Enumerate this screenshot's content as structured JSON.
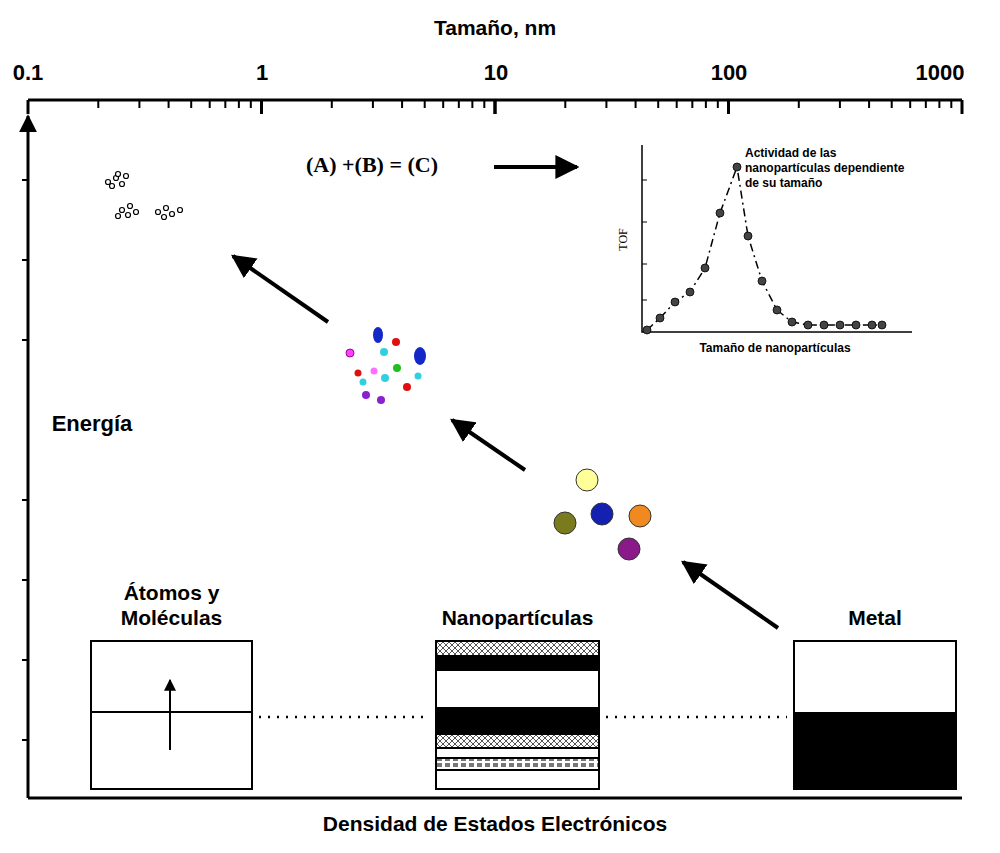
{
  "diagram": {
    "nodes": [
      {
        "text": [
          "Átomos y Moléculas"
        ]
      },
      {
        "text": [
          "Nanopartículas"
        ]
      },
      {
        "text": [
          "Metal"
        ]
      }
    ],
    "edges": [
      {
        "from": 0,
        "to": 1,
        "arrow": "none"
      },
      {
        "from": 1,
        "to": 2,
        "arrow": "none"
      }
    ],
    "labels": [
      "Tamaño, nm",
      "0.1",
      "1",
      "10",
      "100",
      "1000",
      "Energía",
      "Densidad de Estados Electrónicos",
      "(A) +(B) = (C)",
      "Actividad de las nanopartículas dependiente de su tamaño",
      "TOF",
      "Tamaño de nanopartículas"
    ]
  }
}
